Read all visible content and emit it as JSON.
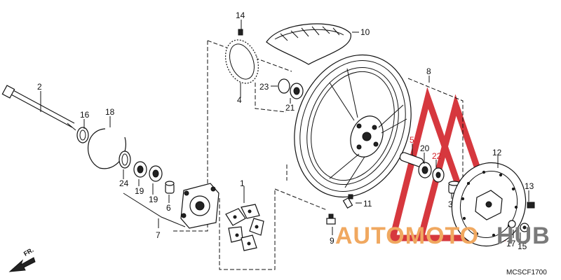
{
  "diagram": {
    "code": "MCSCF1700",
    "front_label": "FR.",
    "watermark": {
      "word_left": "AUTOMOTO",
      "word_right": "HUB",
      "color_left": "#f0a860",
      "color_right": "#7a7a7a",
      "logo_color": "#d2232a"
    },
    "callouts": [
      {
        "id": "c1",
        "label": "1"
      },
      {
        "id": "c2",
        "label": "2"
      },
      {
        "id": "c3",
        "label": "3"
      },
      {
        "id": "c4",
        "label": "4"
      },
      {
        "id": "c5",
        "label": "5",
        "highlight": true
      },
      {
        "id": "c6",
        "label": "6"
      },
      {
        "id": "c7",
        "label": "7"
      },
      {
        "id": "c8",
        "label": "8"
      },
      {
        "id": "c9",
        "label": "9"
      },
      {
        "id": "c10",
        "label": "10"
      },
      {
        "id": "c11",
        "label": "11"
      },
      {
        "id": "c12",
        "label": "12"
      },
      {
        "id": "c13",
        "label": "13"
      },
      {
        "id": "c14",
        "label": "14"
      },
      {
        "id": "c15",
        "label": "15"
      },
      {
        "id": "c16",
        "label": "16"
      },
      {
        "id": "c17",
        "label": "17"
      },
      {
        "id": "c18",
        "label": "18"
      },
      {
        "id": "c19a",
        "label": "19"
      },
      {
        "id": "c19b",
        "label": "19"
      },
      {
        "id": "c20",
        "label": "20"
      },
      {
        "id": "c21",
        "label": "21"
      },
      {
        "id": "c22",
        "label": "22",
        "highlight": true
      },
      {
        "id": "c23",
        "label": "23"
      },
      {
        "id": "c24",
        "label": "24"
      }
    ]
  }
}
